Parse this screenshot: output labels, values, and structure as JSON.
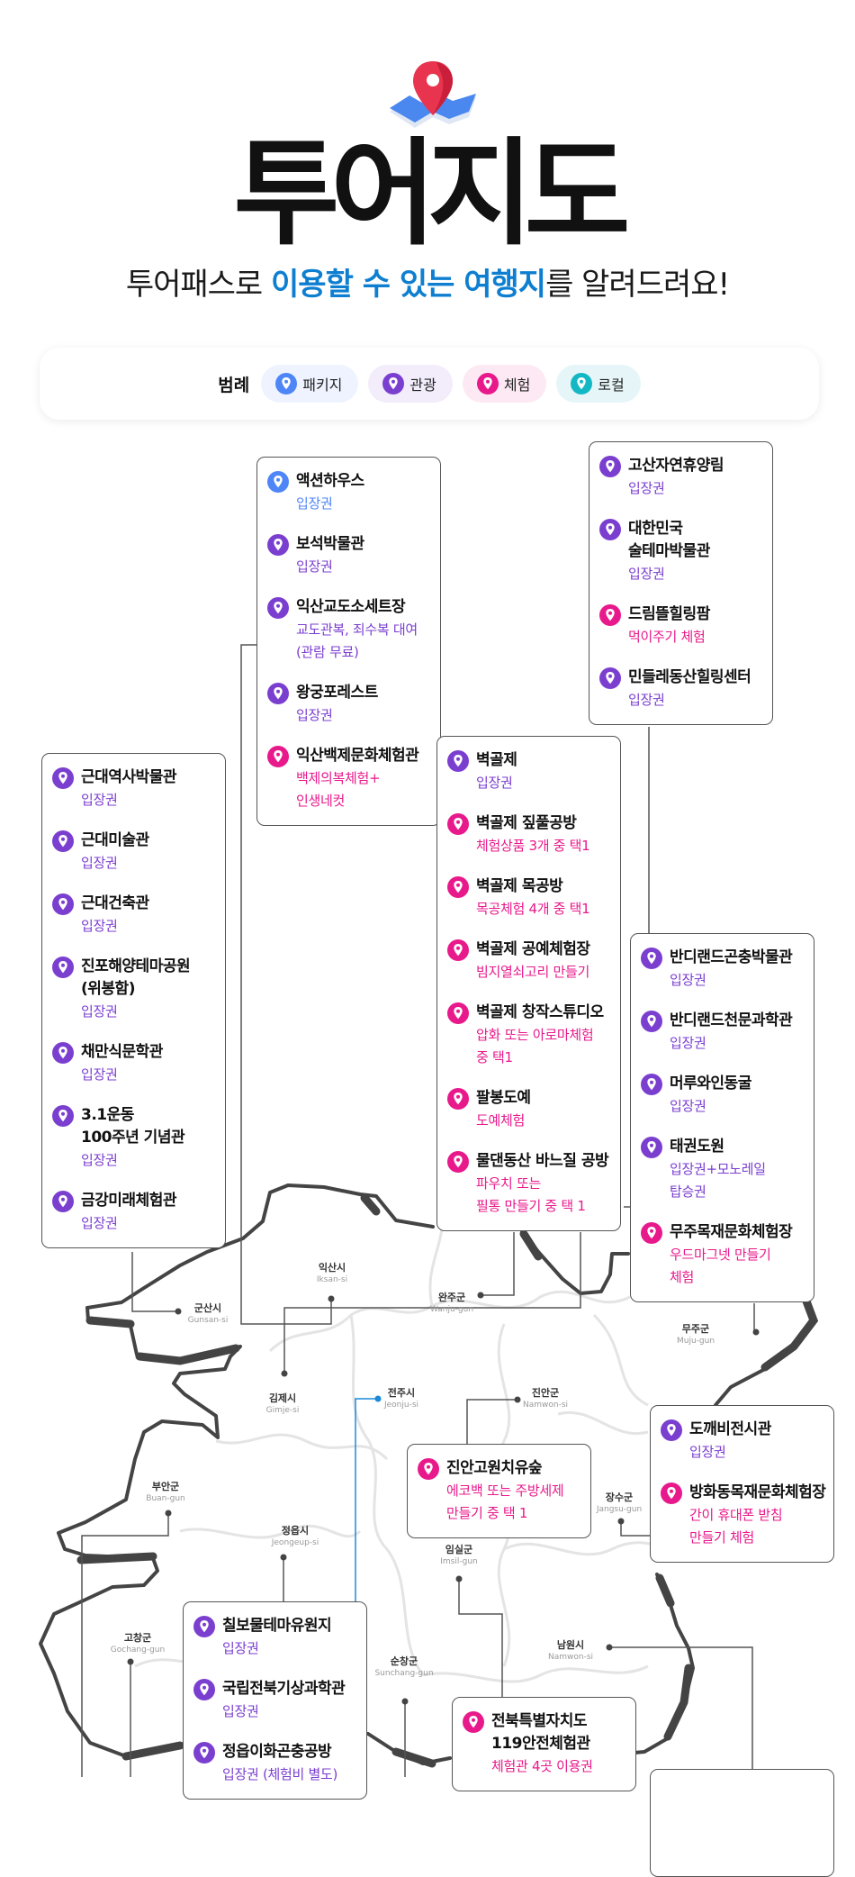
{
  "header": {
    "title": "투어지도",
    "subtitle_pre": "투어패스로 ",
    "subtitle_highlight": "이용할 수 있는 여행지",
    "subtitle_post": "를 알려드려요!"
  },
  "colors": {
    "package": "#4f86f7",
    "tour": "#7b3fd0",
    "experience": "#e8198b",
    "local": "#14b8c4",
    "highlight": "#0e7fd0"
  },
  "legend": {
    "title": "범례",
    "items": [
      {
        "type": "package",
        "label": "패키지",
        "bg": "#eef3ff"
      },
      {
        "type": "tour",
        "label": "관광",
        "bg": "#f2ecfb"
      },
      {
        "type": "experience",
        "label": "체험",
        "bg": "#fde9f3"
      },
      {
        "type": "local",
        "label": "로컬",
        "bg": "#e6f6f8"
      }
    ]
  },
  "boxes": [
    {
      "id": "b-iksan",
      "items": [
        {
          "name": "액션하우스",
          "sub": "입장권",
          "type": "package"
        },
        {
          "name": "보석박물관",
          "sub": "입장권",
          "type": "tour"
        },
        {
          "name": "익산교도소세트장",
          "sub": "교도관복, 죄수복 대여\n(관람 무료)",
          "type": "tour"
        },
        {
          "name": "왕궁포레스트",
          "sub": "입장권",
          "type": "tour"
        },
        {
          "name": "익산백제문화체험관",
          "sub": "백제의복체험+\n인생네컷",
          "type": "experience"
        }
      ]
    },
    {
      "id": "b-wanju",
      "items": [
        {
          "name": "고산자연휴양림",
          "sub": "입장권",
          "type": "tour"
        },
        {
          "name": "대한민국\n술테마박물관",
          "sub": "입장권",
          "type": "tour"
        },
        {
          "name": "드림뜰힐링팜",
          "sub": "먹이주기 체험",
          "type": "experience"
        },
        {
          "name": "민들레동산힐링센터",
          "sub": "입장권",
          "type": "tour"
        }
      ]
    },
    {
      "id": "b-gunsan",
      "items": [
        {
          "name": "근대역사박물관",
          "sub": "입장권",
          "type": "tour"
        },
        {
          "name": "근대미술관",
          "sub": "입장권",
          "type": "tour"
        },
        {
          "name": "근대건축관",
          "sub": "입장권",
          "type": "tour"
        },
        {
          "name": "진포해양테마공원\n(위봉함)",
          "sub": "입장권",
          "type": "tour"
        },
        {
          "name": "채만식문학관",
          "sub": "입장권",
          "type": "tour"
        },
        {
          "name": "3.1운동\n100주년 기념관",
          "sub": "입장권",
          "type": "tour"
        },
        {
          "name": "금강미래체험관",
          "sub": "입장권",
          "type": "tour"
        }
      ]
    },
    {
      "id": "b-gimje",
      "items": [
        {
          "name": "벽골제",
          "sub": "입장권",
          "type": "tour"
        },
        {
          "name": "벽골제 짚풀공방",
          "sub": "체험상품 3개 중 택1",
          "type": "experience"
        },
        {
          "name": "벽골제 목공방",
          "sub": "목공체험 4개 중 택1",
          "type": "experience"
        },
        {
          "name": "벽골제 공예체험장",
          "sub": "빔지열쇠고리 만들기",
          "type": "experience"
        },
        {
          "name": "벽골제 창작스튜디오",
          "sub": "압화 또는 아로마체험\n중 택1",
          "type": "experience"
        },
        {
          "name": "팔봉도예",
          "sub": "도예체험",
          "type": "experience"
        },
        {
          "name": "물댄동산 바느질 공방",
          "sub": "파우치 또는\n필통 만들기 중 택 1",
          "type": "experience"
        }
      ]
    },
    {
      "id": "b-muju",
      "items": [
        {
          "name": "반디랜드곤충박물관",
          "sub": "입장권",
          "type": "tour"
        },
        {
          "name": "반디랜드천문과학관",
          "sub": "입장권",
          "type": "tour"
        },
        {
          "name": "머루와인동굴",
          "sub": "입장권",
          "type": "tour"
        },
        {
          "name": "태권도원",
          "sub": "입장권+모노레일\n탑승권",
          "type": "tour"
        },
        {
          "name": "무주목재문화체험장",
          "sub": "우드마그넷 만들기\n체험",
          "type": "experience"
        }
      ]
    },
    {
      "id": "b-jinan",
      "items": [
        {
          "name": "진안고원치유숲",
          "sub": "에코백 또는 주방세제\n만들기 중 택 1",
          "type": "experience"
        }
      ]
    },
    {
      "id": "b-jangsu",
      "items": [
        {
          "name": "도깨비전시관",
          "sub": "입장권",
          "type": "tour"
        },
        {
          "name": "방화동목재문화체험장",
          "sub": "간이 휴대폰 받침\n만들기 체험",
          "type": "experience"
        }
      ]
    },
    {
      "id": "b-jeongeup",
      "items": [
        {
          "name": "칠보물테마유원지",
          "sub": "입장권",
          "type": "tour"
        },
        {
          "name": "국립전북기상과학관",
          "sub": "입장권",
          "type": "tour"
        },
        {
          "name": "정읍이화곤충공방",
          "sub": "입장권 (체험비 별도)",
          "type": "tour"
        }
      ]
    },
    {
      "id": "b-imsil",
      "items": [
        {
          "name": "전북특별자치도\n119안전체험관",
          "sub": "체험관 4곳 이용권",
          "type": "experience"
        }
      ]
    },
    {
      "id": "b-namwon",
      "items": []
    }
  ],
  "regions": [
    {
      "id": "r-iksan",
      "ko": "익산시",
      "en": "Iksan-si"
    },
    {
      "id": "r-gunsan",
      "ko": "군산시",
      "en": "Gunsan-si"
    },
    {
      "id": "r-wanju",
      "ko": "완주군",
      "en": "Wanju-gun"
    },
    {
      "id": "r-muju",
      "ko": "무주군",
      "en": "Muju-gun"
    },
    {
      "id": "r-gimje",
      "ko": "김제시",
      "en": "Gimje-si"
    },
    {
      "id": "r-jeonju",
      "ko": "전주시",
      "en": "Jeonju-si"
    },
    {
      "id": "r-jinan",
      "ko": "진안군",
      "en": "Namwon-si"
    },
    {
      "id": "r-buan",
      "ko": "부안군",
      "en": "Buan-gun"
    },
    {
      "id": "r-jangsu",
      "ko": "장수군",
      "en": "Jangsu-gun"
    },
    {
      "id": "r-jeongeup",
      "ko": "정읍시",
      "en": "Jeongeup-si"
    },
    {
      "id": "r-imsil",
      "ko": "임실군",
      "en": "Imsil-gun"
    },
    {
      "id": "r-gochang",
      "ko": "고창군",
      "en": "Gochang-gun"
    },
    {
      "id": "r-sunchang",
      "ko": "순창군",
      "en": "Sunchang-gun"
    },
    {
      "id": "r-namwon",
      "ko": "남원시",
      "en": "Namwon-si"
    }
  ]
}
